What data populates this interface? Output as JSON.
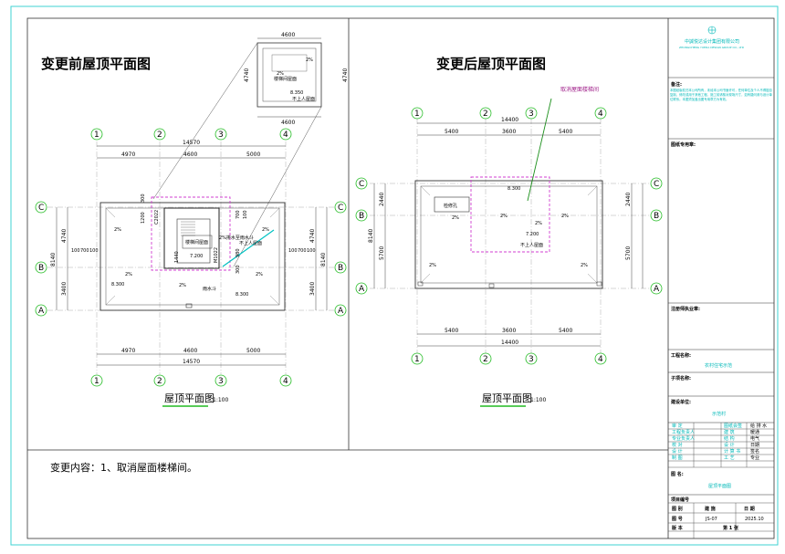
{
  "left_title": "变更前屋顶平面图",
  "right_title": "变更后屋顶平面图",
  "change_note": "变更内容：1、取消屋面楼梯间。",
  "annotation": "取消屋面楼梯间",
  "caption_name": "屋顶平面图",
  "caption_scale": "1:100",
  "left_plan": {
    "axes_x": [
      "1",
      "2",
      "3",
      "4"
    ],
    "axes_y": [
      "A",
      "B",
      "C"
    ],
    "dims_x": [
      "4970",
      "4600",
      "5000"
    ],
    "total_x": "14570",
    "dims_y": [
      "3400",
      "4740"
    ],
    "total_y": "8140",
    "dims_small": [
      "100",
      "700",
      "100"
    ],
    "elevations": [
      "8.300",
      "7.200",
      "8.300"
    ],
    "slopes": [
      "2%",
      "2%",
      "2%",
      "2%",
      "2%"
    ],
    "stair_dims": [
      "300",
      "1200",
      "1440",
      "300",
      "980",
      "C2022",
      "M1022",
      "700",
      "100"
    ],
    "notes": [
      "楼梯间屋面",
      "2%排水至雨水斗",
      "雨水斗",
      "不上人屋面"
    ],
    "detail_dims": [
      "4600",
      "4740",
      "4740",
      "4600"
    ],
    "detail_elev": "8.350",
    "detail_slopes": [
      "2%",
      "2%"
    ],
    "detail_notes": [
      "楼梯间屋面",
      "不上人屋面"
    ]
  },
  "right_plan": {
    "axes_x": [
      "1",
      "2",
      "3",
      "4"
    ],
    "axes_y": [
      "A",
      "B",
      "C"
    ],
    "dims_x": [
      "5400",
      "3600",
      "5400"
    ],
    "total_x": "14400",
    "dims_y": [
      "5700",
      "2440"
    ],
    "total_y": "8140",
    "elevations": [
      "8.300",
      "7.200"
    ],
    "slopes": [
      "2%",
      "2%",
      "2%",
      "2%",
      "2%",
      "2%"
    ],
    "notes": [
      "检修孔",
      "不上人屋面"
    ]
  },
  "title_block": {
    "company_cn": "中誠悦达设计集团有限公司",
    "company_en": "ZHONGCHENG YUEDA DESIGN GROUP CO., LTD",
    "label_note": "备注:",
    "note_text": "本图纸版权归本公司所有，未经本公司书面许可，任何单位及个人不得擅自复制、修改或用于其他工程。施工前请核对现场尺寸，如有疑问请与设计单位联系。本图须加盖出图专用章方为有效。",
    "label_stamp": "图纸专用章:",
    "label_reg": "注册师执业章:",
    "label_project": "工程名称:",
    "project_name": "农村住宅示范",
    "label_sub": "子项名称:",
    "label_unit": "建设单位:",
    "unit_name": "示范村",
    "sign_rows": [
      [
        "审    定",
        "图纸会签",
        "给 排 水"
      ],
      [
        "工程负责人",
        "建    筑",
        "暖通"
      ],
      [
        "专业负责人",
        "结    构",
        "电气"
      ],
      [
        "校    对",
        "设    计",
        "日期"
      ],
      [
        "设    计",
        "计 算 书",
        "签名"
      ],
      [
        "制    图",
        "工    艺",
        "专业"
      ]
    ],
    "label_drawing": "图    名:",
    "drawing_name": "屋顶平面图",
    "label_no": "项目编号",
    "table_header": [
      "图    别",
      "建    施",
      "日    期"
    ],
    "label_num": "图    号",
    "drawing_no": "JS-07",
    "date": "2025.10",
    "label_ver": "版    本",
    "page": "第 1 张"
  },
  "colors": {
    "frame": "#3fd3d3",
    "axis_circle": "#22bb22",
    "dim": "#444444",
    "magenta": "#d23fd2",
    "teal": "#00c2c2"
  }
}
